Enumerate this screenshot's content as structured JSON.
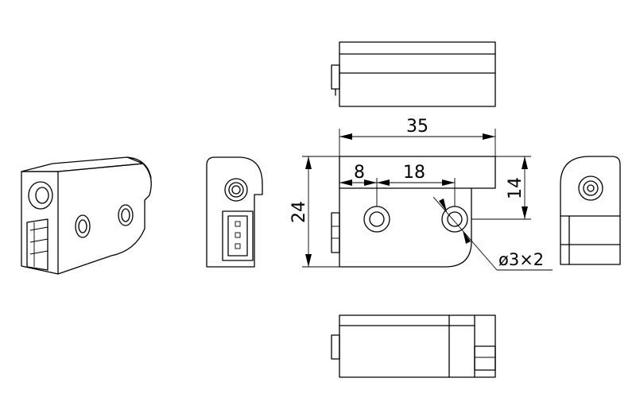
{
  "dimensions": {
    "overall_width": "35",
    "overall_height": "24",
    "hole_offset": "8",
    "hole_spacing": "18",
    "right_height": "14",
    "hole_callout": "ø3×2"
  }
}
